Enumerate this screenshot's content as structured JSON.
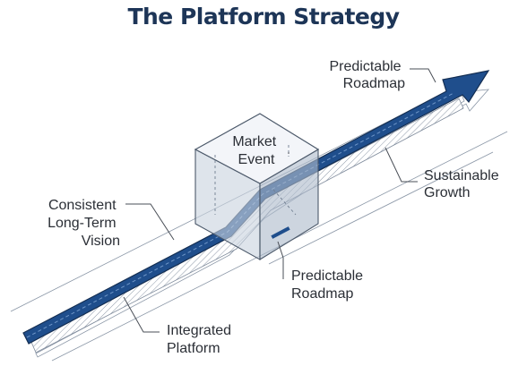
{
  "title": "The Platform Strategy",
  "labels": {
    "top_right": [
      "Predictable",
      "Roadmap"
    ],
    "market_event": [
      "Market",
      "Event"
    ],
    "sustainable_growth": [
      "Sustainable",
      "Growth"
    ],
    "consistent_vision": [
      "Consistent",
      "Long-Term",
      "Vision"
    ],
    "predictable_bottom": [
      "Predictable",
      "Roadmap"
    ],
    "integrated_platform": [
      "Integrated",
      "Platform"
    ]
  },
  "colors": {
    "title": "#1d3557",
    "arrow": "#1f4e8c",
    "arrow_dark": "#163a6b",
    "cube_front": "#c9d3df",
    "cube_side": "#aebbcb",
    "cube_top": "#eef2f6",
    "text": "#2b2f36"
  }
}
